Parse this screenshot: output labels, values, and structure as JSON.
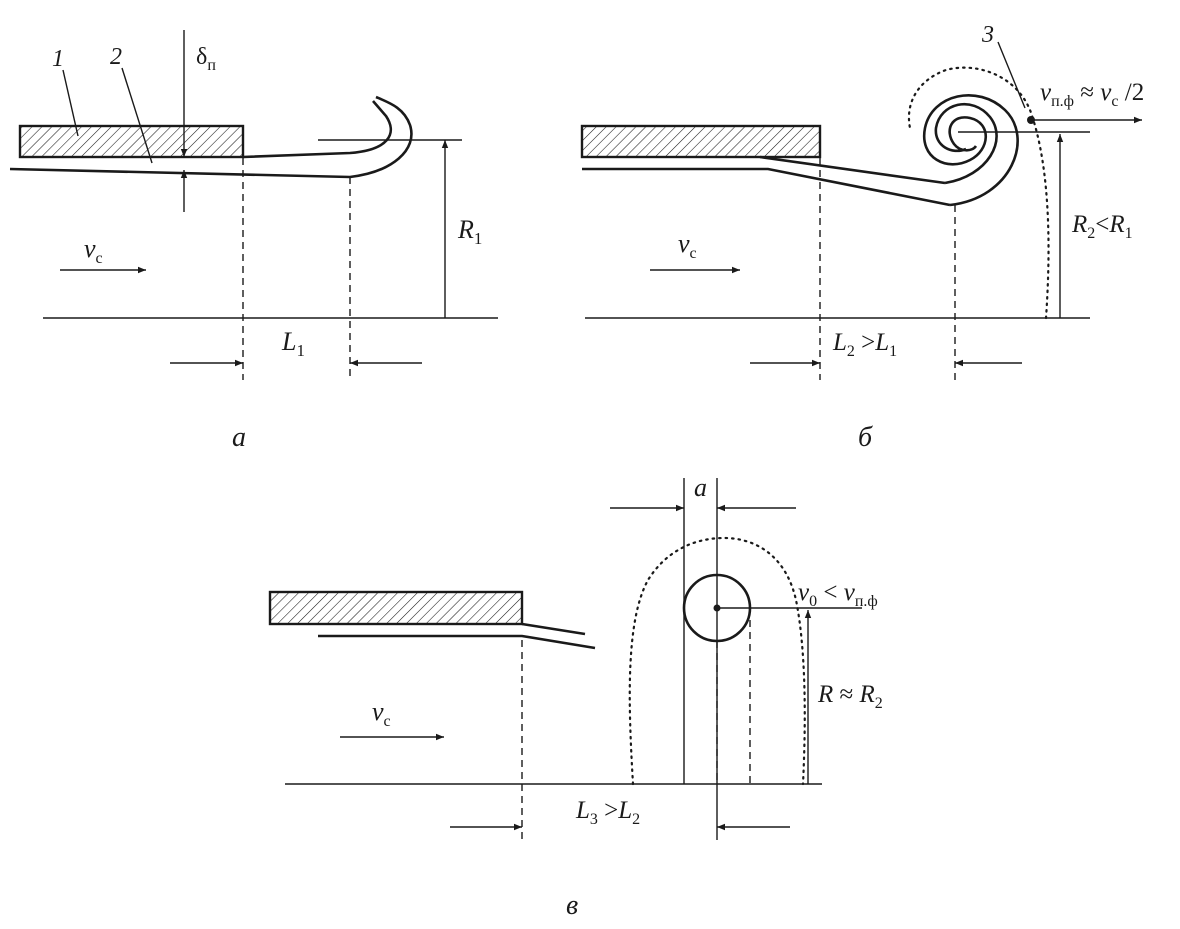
{
  "colors": {
    "ink": "#1a1a1a",
    "background": "#ffffff"
  },
  "panel_a": {
    "caption": "а",
    "part_labels": {
      "one": "1",
      "two": "2"
    },
    "delta": {
      "main": "δ",
      "sub": "п"
    },
    "flow": {
      "main": "v",
      "sub": "c"
    },
    "radius": {
      "main": "R",
      "sub": "1"
    },
    "length": {
      "main": "L",
      "sub": "1"
    }
  },
  "panel_b": {
    "caption": "б",
    "part_label": "3",
    "velocity": {
      "main": "v",
      "sub": "п.ф",
      "rest1": " ≈ ",
      "main2": "v",
      "sub2": "c",
      "rest2": " /2"
    },
    "flow": {
      "main": "v",
      "sub": "c"
    },
    "radius": {
      "main": "R",
      "sub": "2",
      "rest": "<",
      "main2": "R",
      "sub2": "1"
    },
    "length": {
      "main": "L",
      "sub": "2",
      "rest": " >",
      "main2": "L",
      "sub2": "1"
    }
  },
  "panel_c": {
    "caption": "в",
    "gap": "a",
    "velocity": {
      "main": "v",
      "sub": "0",
      "rest": " < ",
      "main2": "v",
      "sub2": "п.ф"
    },
    "flow": {
      "main": "v",
      "sub": "c"
    },
    "radius": {
      "main": "R",
      "rest": " ≈ ",
      "main2": "R",
      "sub2": "2"
    },
    "length": {
      "main": "L",
      "sub": "3",
      "rest": " >",
      "main2": "L",
      "sub2": "2"
    }
  }
}
